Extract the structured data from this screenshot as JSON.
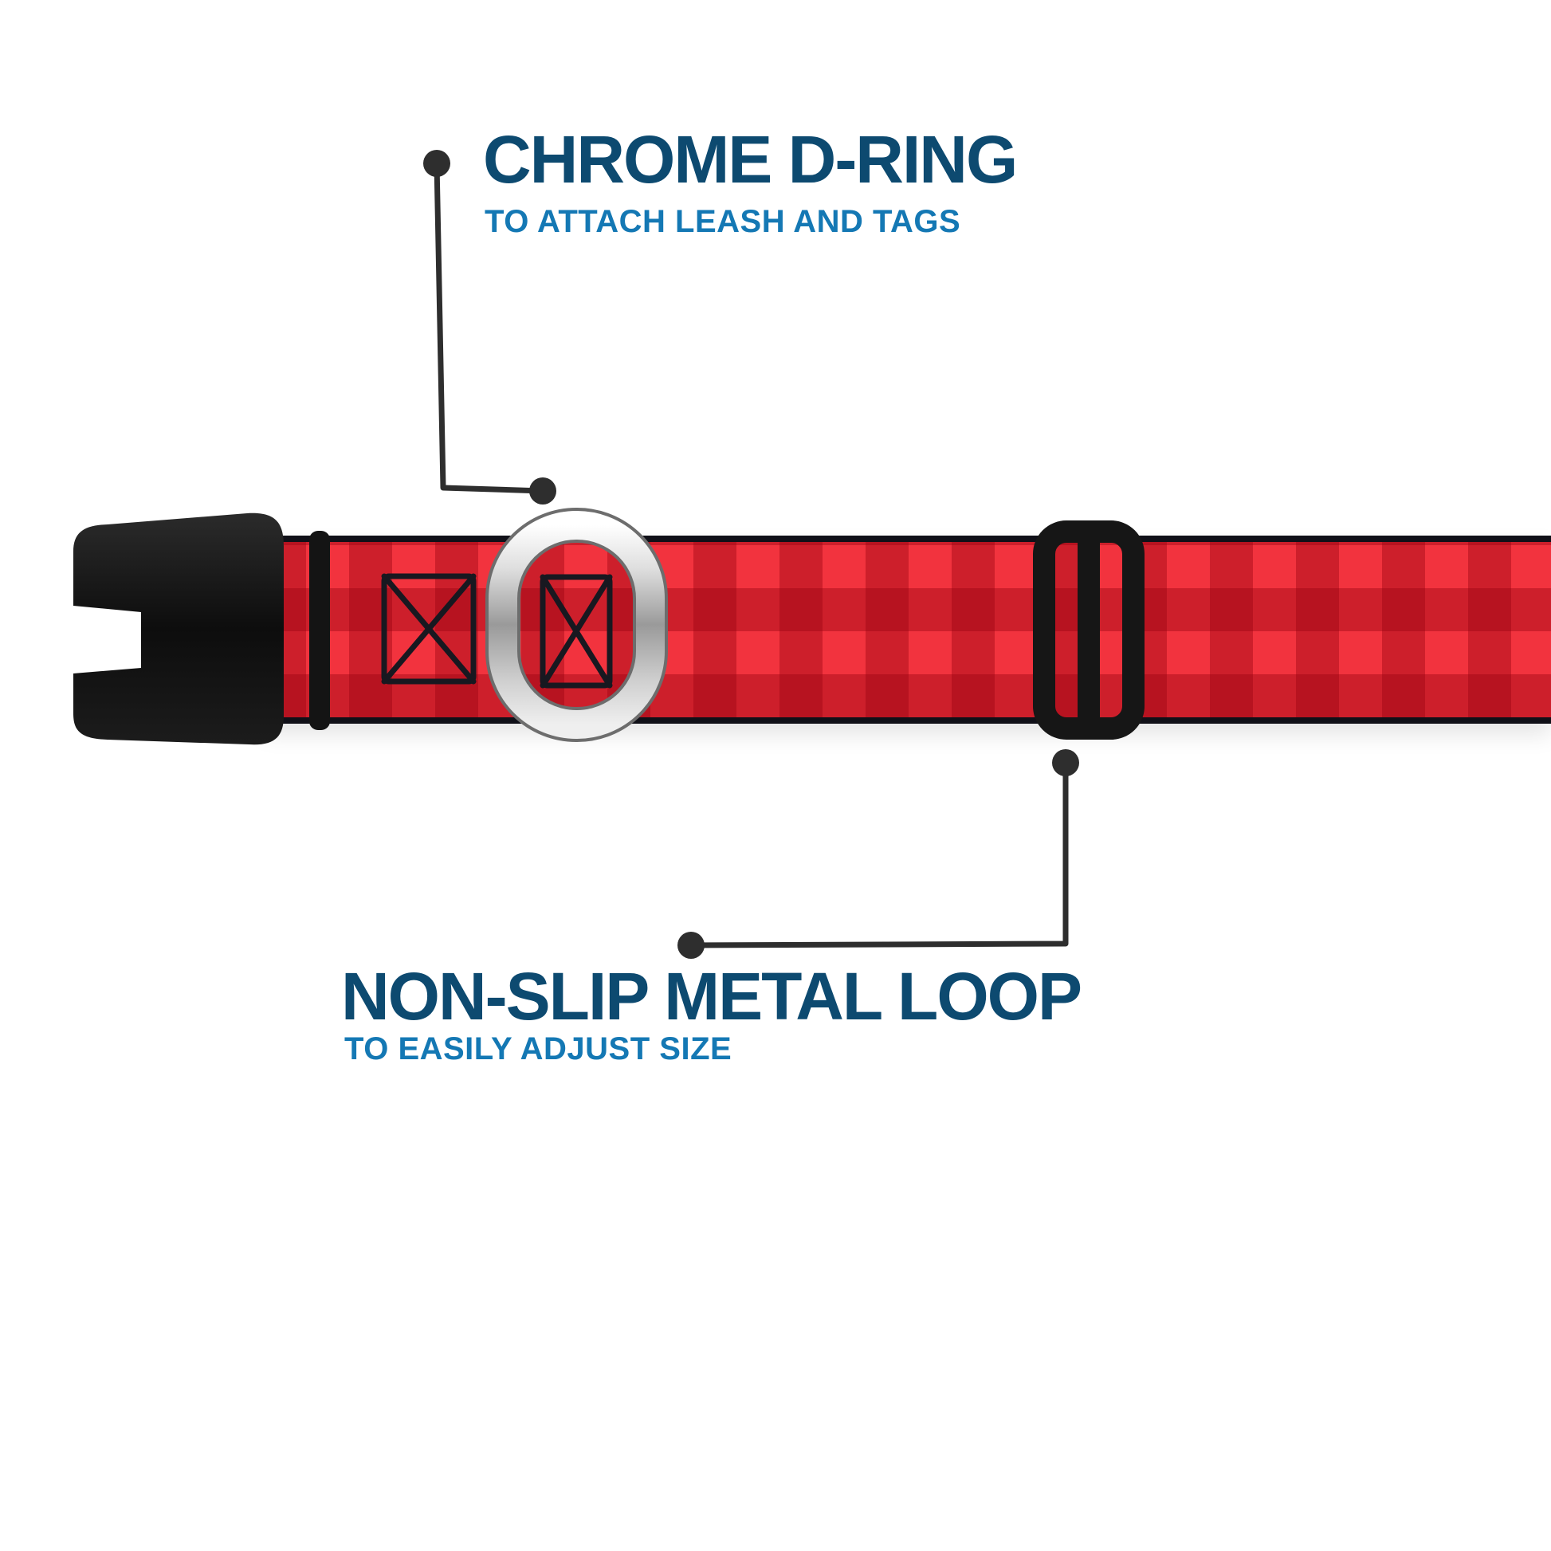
{
  "diagram": {
    "dring_callout": {
      "title": "CHROME D-RING",
      "subtitle": "TO ATTACH LEASH AND TAGS"
    },
    "loop_callout": {
      "title": "NON-SLIP METAL LOOP",
      "subtitle": "TO EASILY ADJUST SIZE"
    }
  },
  "parts": {
    "buckle": "black-plastic-side-release-buckle",
    "d_ring": "chrome-d-ring",
    "slider": "black-metal-adjuster-loop",
    "strap": "red-buffalo-plaid-collar-webbing",
    "stitching": "box-x-stitch-marks"
  },
  "colors": {
    "title_text": "#0d4a70",
    "subtitle_text": "#1478b4",
    "callout_line": "#2e2e2e",
    "plaid_base": "#f2333e",
    "plaid_stripe": "#c02531",
    "webbing_edge": "#101018",
    "hardware_black": "#141414",
    "chrome_light": "#f2f2f2",
    "chrome_dark": "#8f8f8f"
  }
}
